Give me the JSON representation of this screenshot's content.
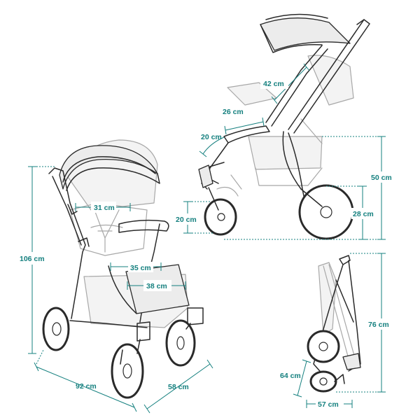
{
  "dimensions": {
    "left_height": "106 cm",
    "seat_width": "31 cm",
    "seat_depth": "35 cm",
    "footrest_width": "38 cm",
    "base_length": "92 cm",
    "base_width": "58 cm",
    "backrest_length": "42 cm",
    "seat_length": "26 cm",
    "footrest_length": "20 cm",
    "front_wheel": "20 cm",
    "side_height": "50 cm",
    "rear_wheel": "28 cm",
    "folded_height": "76 cm",
    "folded_depth": "64 cm",
    "folded_length": "57 cm"
  },
  "colors": {
    "dimension": "#15807f",
    "outline": "#2a2a2a",
    "ghost": "#a8a8a8"
  }
}
